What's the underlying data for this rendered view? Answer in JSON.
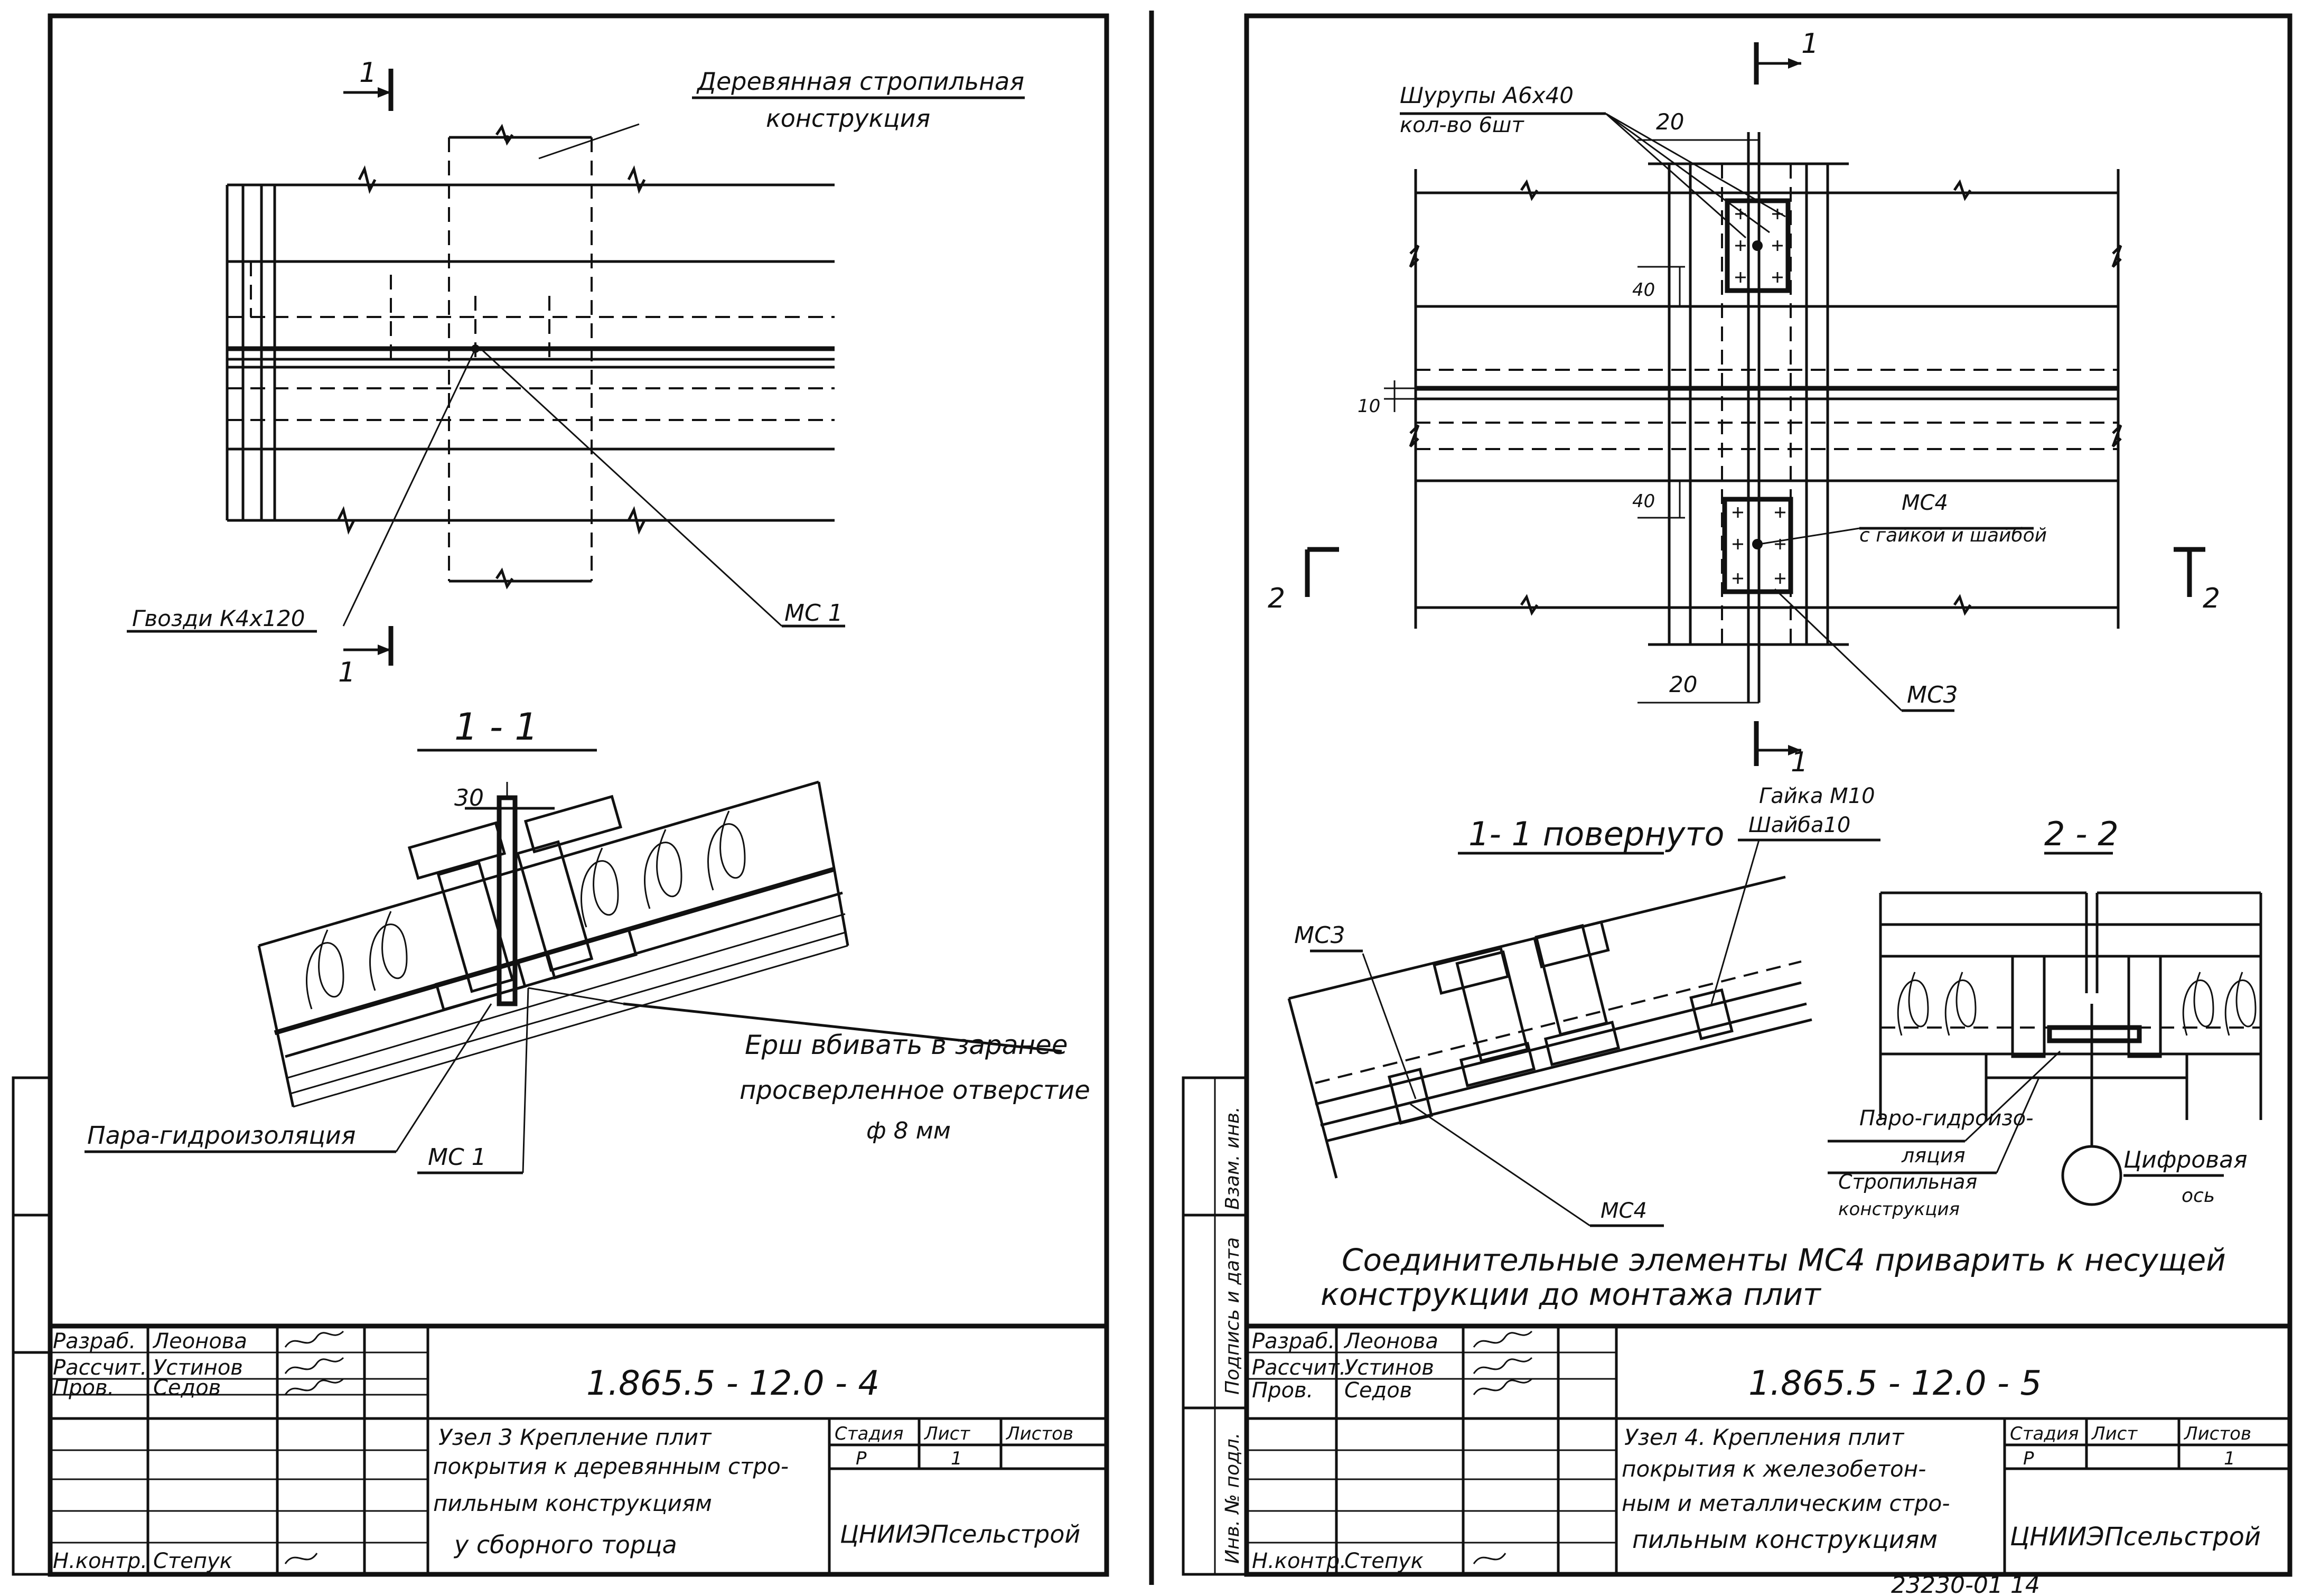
{
  "left": {
    "plan": {
      "label_rafter": "Деревянная стропильная",
      "label_rafter2": "конструкция",
      "label_nails": "Гвозди К4х120",
      "label_mc1": "МС 1",
      "cut_top": "1",
      "cut_bottom": "1"
    },
    "section": {
      "title": "1 - 1",
      "dim_30": "30",
      "label_ersh1": "Ерш вбивать в заранее",
      "label_ersh2": "просверленное отверстие",
      "label_ersh3": "ф 8 мм",
      "label_vapor": "Пара-гидроизоляция",
      "label_mc1": "МС 1"
    },
    "stamp": {
      "code": "1.865.5 - 12.0 - 4",
      "role_dev": "Разраб.",
      "name_dev": "Леонова",
      "role_calc": "Рассчит.",
      "name_calc": "Устинов",
      "role_check": "Пров.",
      "name_check": "Седов",
      "role_norm": "Н.контр.",
      "name_norm": "Степук",
      "desc1": "Узел 3  Крепление плит",
      "desc2": "покрытия к деревянным стро-",
      "desc3": "пильным конструкциям",
      "desc4": "у сборного торца",
      "col_stage": "Стадия",
      "col_sheet": "Лист",
      "col_sheets": "Листов",
      "stage": "Р",
      "sheet": "1",
      "org": "ЦНИИЭПсельстрой"
    }
  },
  "right": {
    "plan": {
      "label_screws1": "Шурупы А6х40",
      "label_screws2": "кол-во 6шт",
      "dim_20_top": "20",
      "dim_40a": "40",
      "dim_10": "10",
      "dim_40b": "40",
      "dim_20_bottom": "20",
      "label_mc4": "МС4",
      "label_mc4b": "с гайкой и шайбой",
      "label_mc3": "МС3",
      "cut_1_top": "1",
      "cut_1_bottom": "1",
      "cut_2_left": "2",
      "cut_2_right": "2"
    },
    "section1": {
      "title": "1- 1 повернуто",
      "label_nut1": "Гайка М10",
      "label_nut2": "Шайба10",
      "label_mc3": "МС3",
      "label_mc4": "МС4"
    },
    "section2": {
      "title": "2 - 2",
      "label_vapor1": "Паро-гидроизо-",
      "label_vapor2": "ляция",
      "label_rafter1": "Стропильная",
      "label_rafter2": "конструкция",
      "label_axis1": "Цифровая",
      "label_axis2": "ось"
    },
    "note1": "Соединительные элементы МС4 приварить к несущей",
    "note2": "конструкции до монтажа плит",
    "side_labels": [
      "Взам. инв.",
      "Подпись и дата",
      "Инв. № подл."
    ],
    "stamp": {
      "code": "1.865.5 - 12.0 - 5",
      "role_dev": "Разраб.",
      "name_dev": "Леонова",
      "role_calc": "Рассчит.",
      "name_calc": "Устинов",
      "role_check": "Пров.",
      "name_check": "Седов",
      "role_norm": "Н.контр.",
      "name_norm": "Степук",
      "desc1": "Узел 4.  Крепления плит",
      "desc2": "покрытия к железобетон-",
      "desc3": "ным и металлическим стро-",
      "desc4": "пильным конструкциям",
      "col_stage": "Стадия",
      "col_sheet": "Лист",
      "col_sheets": "Листов",
      "stage": "Р",
      "sheet": "1",
      "org": "ЦНИИЭПсельстрой"
    },
    "archive": "23230-01  14"
  }
}
